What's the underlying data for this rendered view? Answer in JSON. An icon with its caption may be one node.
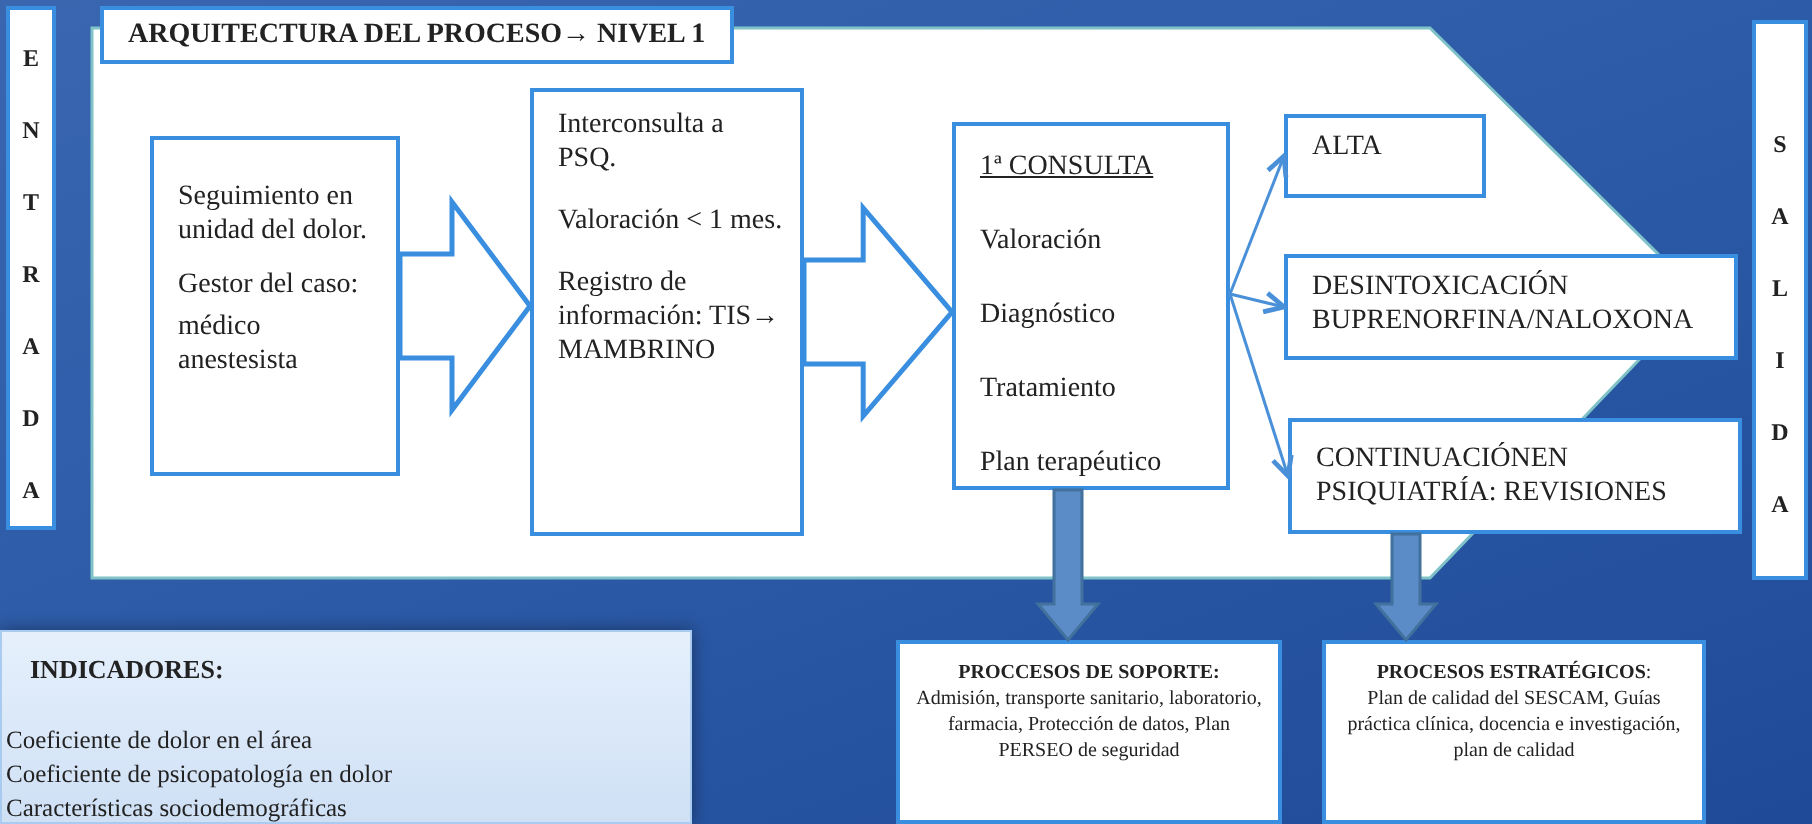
{
  "diagram": {
    "nodes": [
      {
        "text": [
          "ENTRADA"
        ]
      },
      {
        "text": [
          "ARQUITECTURA DEL PROCESO→ NIVEL 1"
        ]
      },
      {
        "text": [
          "Seguimiento en unidad del dolor.",
          "Gestor del caso:",
          "médico anestesista"
        ],
        "in": 1
      },
      {
        "text": [
          "Interconsulta a PSQ.",
          "Valoración < 1 mes.",
          "Registro de información: TIS→ MAMBRINO"
        ],
        "in": 1
      },
      {
        "text": [
          "1ª CONSULTA",
          "Valoración",
          "Diagnóstico",
          "Tratamiento",
          "Plan terapéutico"
        ],
        "in": 1
      },
      {
        "text": [
          "ALTA"
        ],
        "in": 1
      },
      {
        "text": [
          "DESINTOXICACIÓN BUPRENORFINA/NALOXONA"
        ]
      },
      {
        "text": [
          "CONTINUACIÓNEN PSIQUIATRÍA: REVISIONES"
        ]
      },
      {
        "text": [
          "SALIDA"
        ]
      },
      {
        "text": [
          "INDICADORES:",
          "Coeficiente de dolor en el área",
          "Coeficiente de psicopatología en dolor",
          "Características sociodemográficas"
        ]
      },
      {
        "text": [
          "**PROCCESOS DE SOPORTE:**",
          "Admisión, transporte sanitario, laboratorio, farmacia, Protección de datos, Plan PERSEO de seguridad"
        ]
      },
      {
        "text": [
          "**PROCESOS ESTRATÉGICOS**:",
          "Plan de calidad del SESCAM, Guías práctica clínica, docencia e investigación, plan de calidad"
        ]
      }
    ],
    "edges": [
      {
        "from": 2,
        "to": 3,
        "arrow": "to",
        "style": "thick"
      },
      {
        "from": 3,
        "to": 4,
        "arrow": "to",
        "style": "thick"
      },
      {
        "from": 4,
        "to": 5,
        "arrow": "to"
      },
      {
        "from": 4,
        "to": 6,
        "arrow": "to"
      },
      {
        "from": 4,
        "to": 7,
        "arrow": "to"
      },
      {
        "from": 4,
        "to": 10,
        "arrow": "to",
        "style": "thick",
        "color": "#5b8cc8"
      },
      {
        "from": 7,
        "to": 11,
        "arrow": "to",
        "style": "thick",
        "color": "#5b8cc8"
      }
    ]
  }
}
